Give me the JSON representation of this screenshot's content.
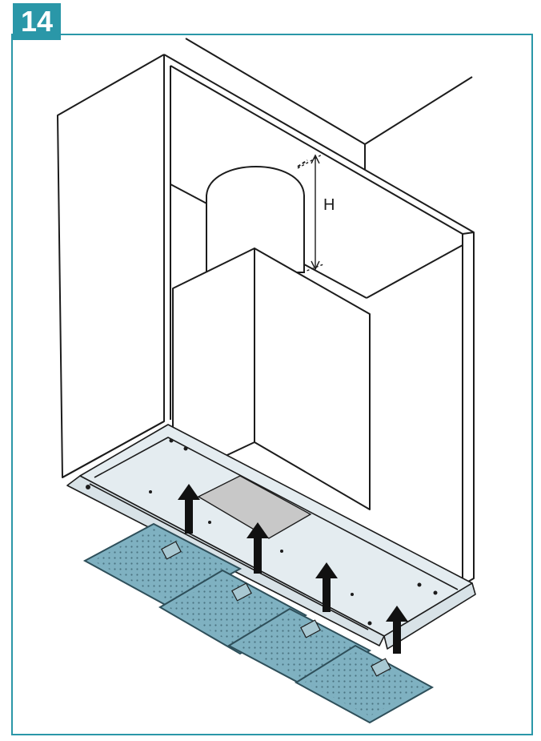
{
  "step": {
    "number": "14"
  },
  "labels": {
    "height": "H"
  },
  "colors": {
    "frame": "#2a97a8",
    "filter_fill": "#7fb1c1",
    "filter_stroke": "#5f8e9d",
    "panel_fill": "#e4ecf0",
    "cover_fill": "#c8c8c8",
    "line": "#1c1c1c",
    "arrow": "#111111"
  },
  "icons": {
    "arrows": [
      "up-arrow-icon",
      "up-arrow-icon",
      "up-arrow-icon",
      "up-arrow-icon"
    ],
    "filters": [
      "grease-filter",
      "grease-filter",
      "grease-filter",
      "grease-filter"
    ]
  }
}
